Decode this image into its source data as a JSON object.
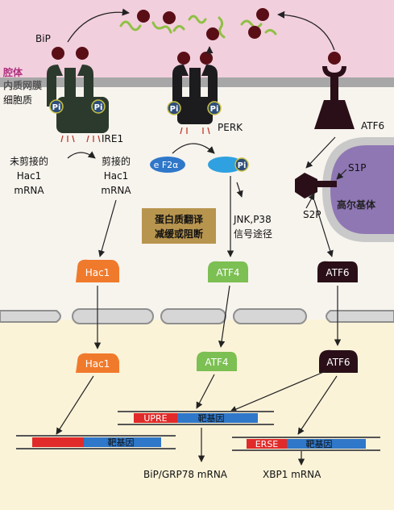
{
  "compartments": {
    "lumen": "腔体",
    "er_membrane": "内质网膜",
    "cytoplasm": "细胞质",
    "golgi": "高尔基体"
  },
  "proteins": {
    "bip": "BiP",
    "ire1": "IRE1",
    "perk": "PERK",
    "atf6_top": "ATF6",
    "pi": "Pi",
    "eif2a": "e F2α",
    "s1p": "S1P",
    "s2p": "S2P",
    "hac1_cyto": "Hac1",
    "atf4_cyto": "ATF4",
    "atf6_cyto": "ATF6",
    "hac1_nuc": "Hac1",
    "atf4_nuc": "ATF4",
    "atf6_nuc": "ATF6"
  },
  "mrna": {
    "unspliced": [
      "未剪接的",
      "Hac1",
      "mRNA"
    ],
    "spliced": [
      "剪接的",
      "Hac1",
      "mRNA"
    ]
  },
  "notes": {
    "translation_box": [
      "蛋白质翻译",
      "减缓或阻断"
    ],
    "jnk": [
      "JNK,P38",
      "信号途径"
    ]
  },
  "dna": {
    "upre": "UPRE",
    "erse": "ERSE",
    "target_gene": "靶基因"
  },
  "outputs": {
    "bip_mrna": "BiP/GRP78 mRNA",
    "xbp1_mrna": "XBP1 mRNA"
  },
  "colors": {
    "lumen_bg": "#f2cfdc",
    "cyto_bg": "#f7f4ee",
    "nucleus_bg": "#fbf3d8",
    "membrane": "#a7a7a7",
    "ire1": "#2c3a2e",
    "perk": "#1c1c1e",
    "atf6": "#2a0f18",
    "bip_ball": "#5a0f17",
    "unfolded_chain": "#8fc044",
    "hac1": "#f07a2c",
    "atf4": "#7cbf52",
    "golgi_fill": "#8f77b4",
    "dna_red": "#e12a2a",
    "dna_blue": "#2f77c9",
    "translation_box": "#b8954f"
  }
}
